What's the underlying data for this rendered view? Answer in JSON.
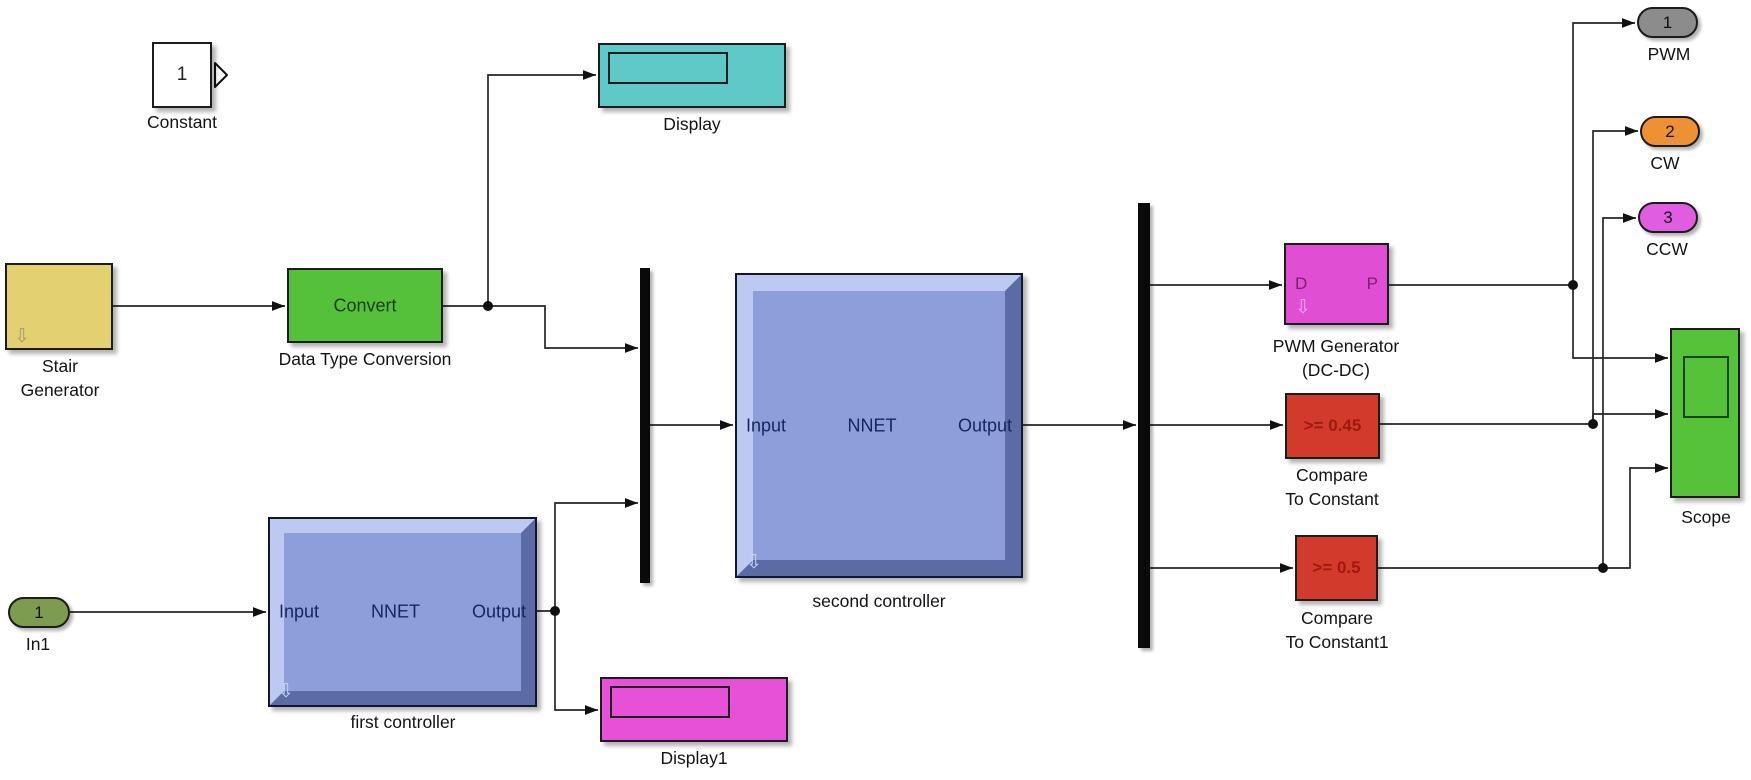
{
  "diagram": {
    "type": "simulink-block-diagram",
    "blocks": {
      "constant": {
        "value": "1",
        "label": "Constant"
      },
      "stair_generator": {
        "label1": "Stair",
        "label2": "Generator"
      },
      "data_type_conversion": {
        "text": "Convert",
        "label": "Data Type Conversion"
      },
      "display": {
        "label": "Display"
      },
      "display1": {
        "label": "Display1"
      },
      "in1": {
        "value": "1",
        "label": "In1"
      },
      "first_controller": {
        "port_in": "Input",
        "center": "NNET",
        "port_out": "Output",
        "label": "first controller"
      },
      "second_controller": {
        "port_in": "Input",
        "center": "NNET",
        "port_out": "Output",
        "label": "second controller"
      },
      "pwm_generator": {
        "port_in": "D",
        "port_out": "P",
        "label1": "PWM Generator",
        "label2": "(DC-DC)"
      },
      "compare_to_constant": {
        "text": ">= 0.45",
        "label1": "Compare",
        "label2": "To Constant"
      },
      "compare_to_constant1": {
        "text": ">= 0.5",
        "label1": "Compare",
        "label2": "To Constant1"
      },
      "outport_pwm": {
        "value": "1",
        "label": "PWM"
      },
      "outport_cw": {
        "value": "2",
        "label": "CW"
      },
      "outport_ccw": {
        "value": "3",
        "label": "CCW"
      },
      "scope": {
        "label": "Scope"
      }
    },
    "icons": {
      "mask_arrow": "⇩"
    },
    "colors": {
      "canvas_bg": "#ffffff",
      "constant_fill": "#ffffff",
      "stair_generator_fill": "#e3d171",
      "convert_fill": "#55c13b",
      "display_fill": "#5fc9c8",
      "display1_fill": "#e751d8",
      "controller_fill": "#8d9edb",
      "controller_bevel_light": "#bdc9f0",
      "controller_bevel_dark": "#5a6ba6",
      "in1_fill": "#7d9c4f",
      "pwm_generator_fill": "#e04fd3",
      "compare_fill": "#d23b2b",
      "compare_text": "#9b1a10",
      "outport_pwm_fill": "#8c8c8c",
      "outport_cw_fill": "#ee9134",
      "outport_ccw_fill": "#e05ce0",
      "scope_fill": "#55c23a",
      "wire": "#262626"
    }
  }
}
